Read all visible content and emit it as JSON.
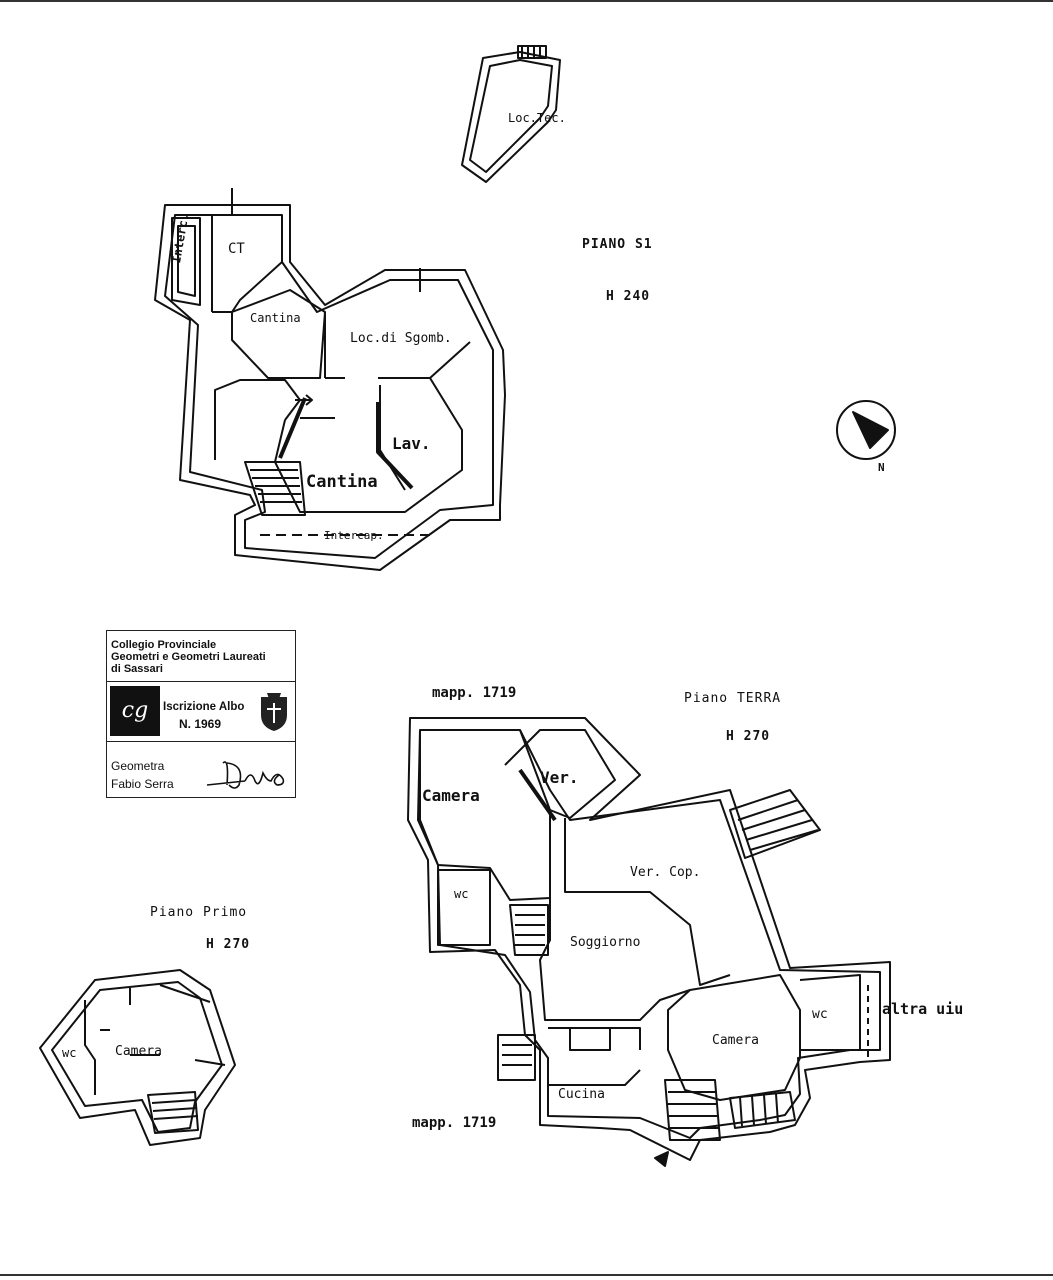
{
  "floors": {
    "s1": {
      "title": "PIANO  S1",
      "height": "H  240"
    },
    "terra": {
      "title": "Piano  TERRA",
      "height": "H  270"
    },
    "primo": {
      "title": "Piano  Primo",
      "height": "H  270"
    }
  },
  "rooms": {
    "loc_tec": "Loc.Tec.",
    "interc": "Interc.",
    "ct": "CT",
    "cantina_top": "Cantina",
    "loc_sgomb": "Loc.di Sgomb.",
    "lav": "Lav.",
    "cantina_main": "Cantina",
    "intercap": "Intercap.",
    "camera_terra_left": "Camera",
    "ver": "Ver.",
    "ver_cop": "Ver. Cop.",
    "wc_terra_left": "wc",
    "soggiorno": "Soggiorno",
    "camera_terra_right": "Camera",
    "wc_terra_right": "wc",
    "cucina": "Cucina",
    "wc_primo": "wc",
    "camera_primo": "Camera"
  },
  "annotations": {
    "mapp_top": "mapp. 1719",
    "mapp_bottom": "mapp. 1719",
    "altra_uiu": "altra uiu",
    "north": "N"
  },
  "stamp": {
    "line1": "Collegio Provinciale",
    "line2": "Geometri e Geometri Laureati",
    "line3": "di Sassari",
    "albo": "Iscrizione Albo",
    "number": "N. 1969",
    "title": "Geometra",
    "name": "Fabio Serra"
  },
  "colors": {
    "ink": "#111111",
    "wall_fill": "#ffffff",
    "paper": "#ffffff"
  }
}
